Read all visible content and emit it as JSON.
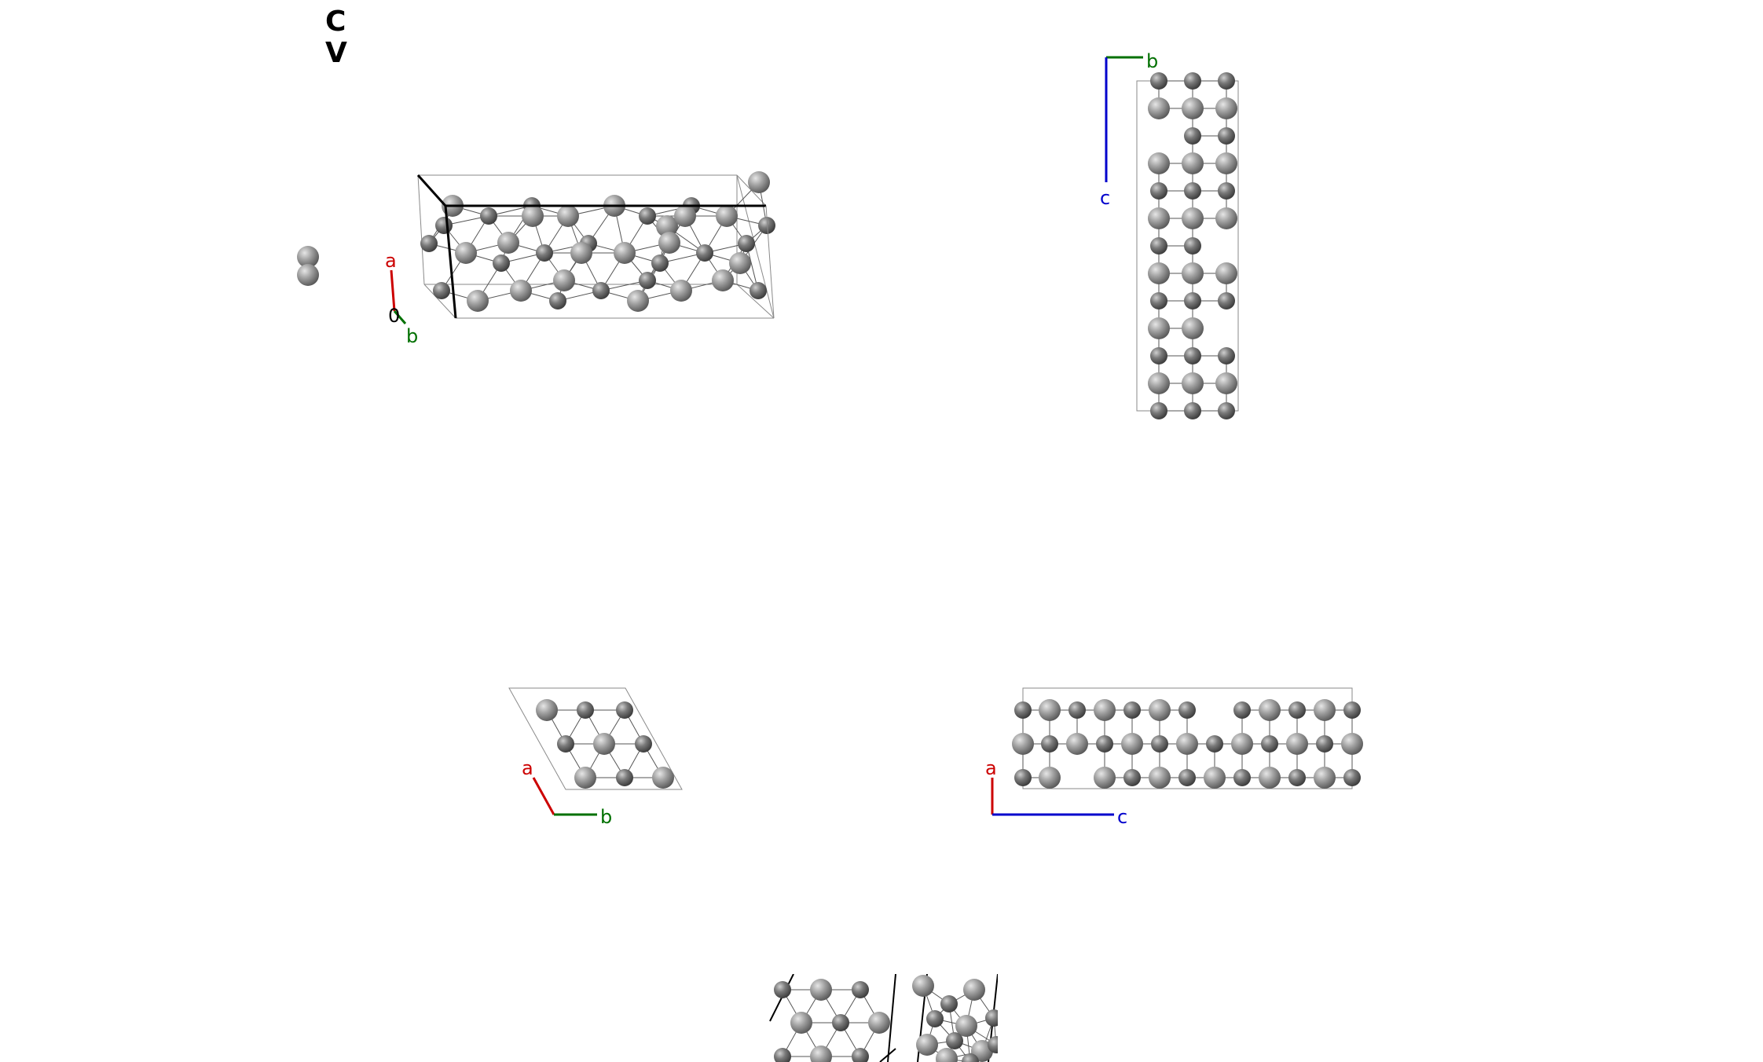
{
  "legend": {
    "elements": [
      "C",
      "V"
    ]
  },
  "colors": {
    "atom_large": "#9c9c9c",
    "atom_small": "#6f6f6f",
    "cell": "#8a8a8a",
    "bond": "#555555",
    "a_axis": "#cc0000",
    "b_axis": "#007000",
    "c_axis": "#0000cc",
    "origin": "#000000"
  },
  "views": {
    "perspective": {
      "axis_labels": {
        "a": "a",
        "b": "b",
        "origin": "0"
      }
    },
    "top_right": {
      "axis_labels": {
        "b": "b",
        "c": "c"
      }
    },
    "bottom_left": {
      "axis_labels": {
        "a": "a",
        "b": "b"
      }
    },
    "bottom_right": {
      "axis_labels": {
        "a": "a",
        "c": "c"
      }
    }
  }
}
